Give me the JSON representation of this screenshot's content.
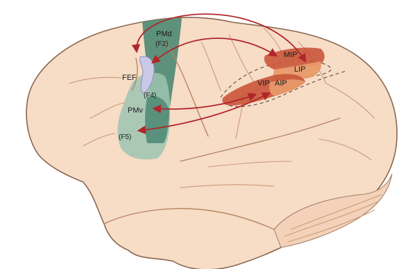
{
  "labels": {
    "pmd": "PMd",
    "f2": "(F2)",
    "fef": "FEF",
    "f4": "(F4)",
    "pmv": "PMv",
    "f5": "(F5)",
    "mip": "MIP",
    "lip": "LIP",
    "vip": "VIP",
    "aip": "AIP"
  },
  "colors": {
    "brain_fill": "#f7dcc6",
    "brain_outline": "#8a6650",
    "premotor_green": "#4f8a74",
    "premotor_light": "#9dc4b2",
    "fef_blue": "#c9c8e6",
    "parietal_dark": "#c9553a",
    "parietal_light": "#e89a6a",
    "arrow_red": "#b0262a"
  }
}
